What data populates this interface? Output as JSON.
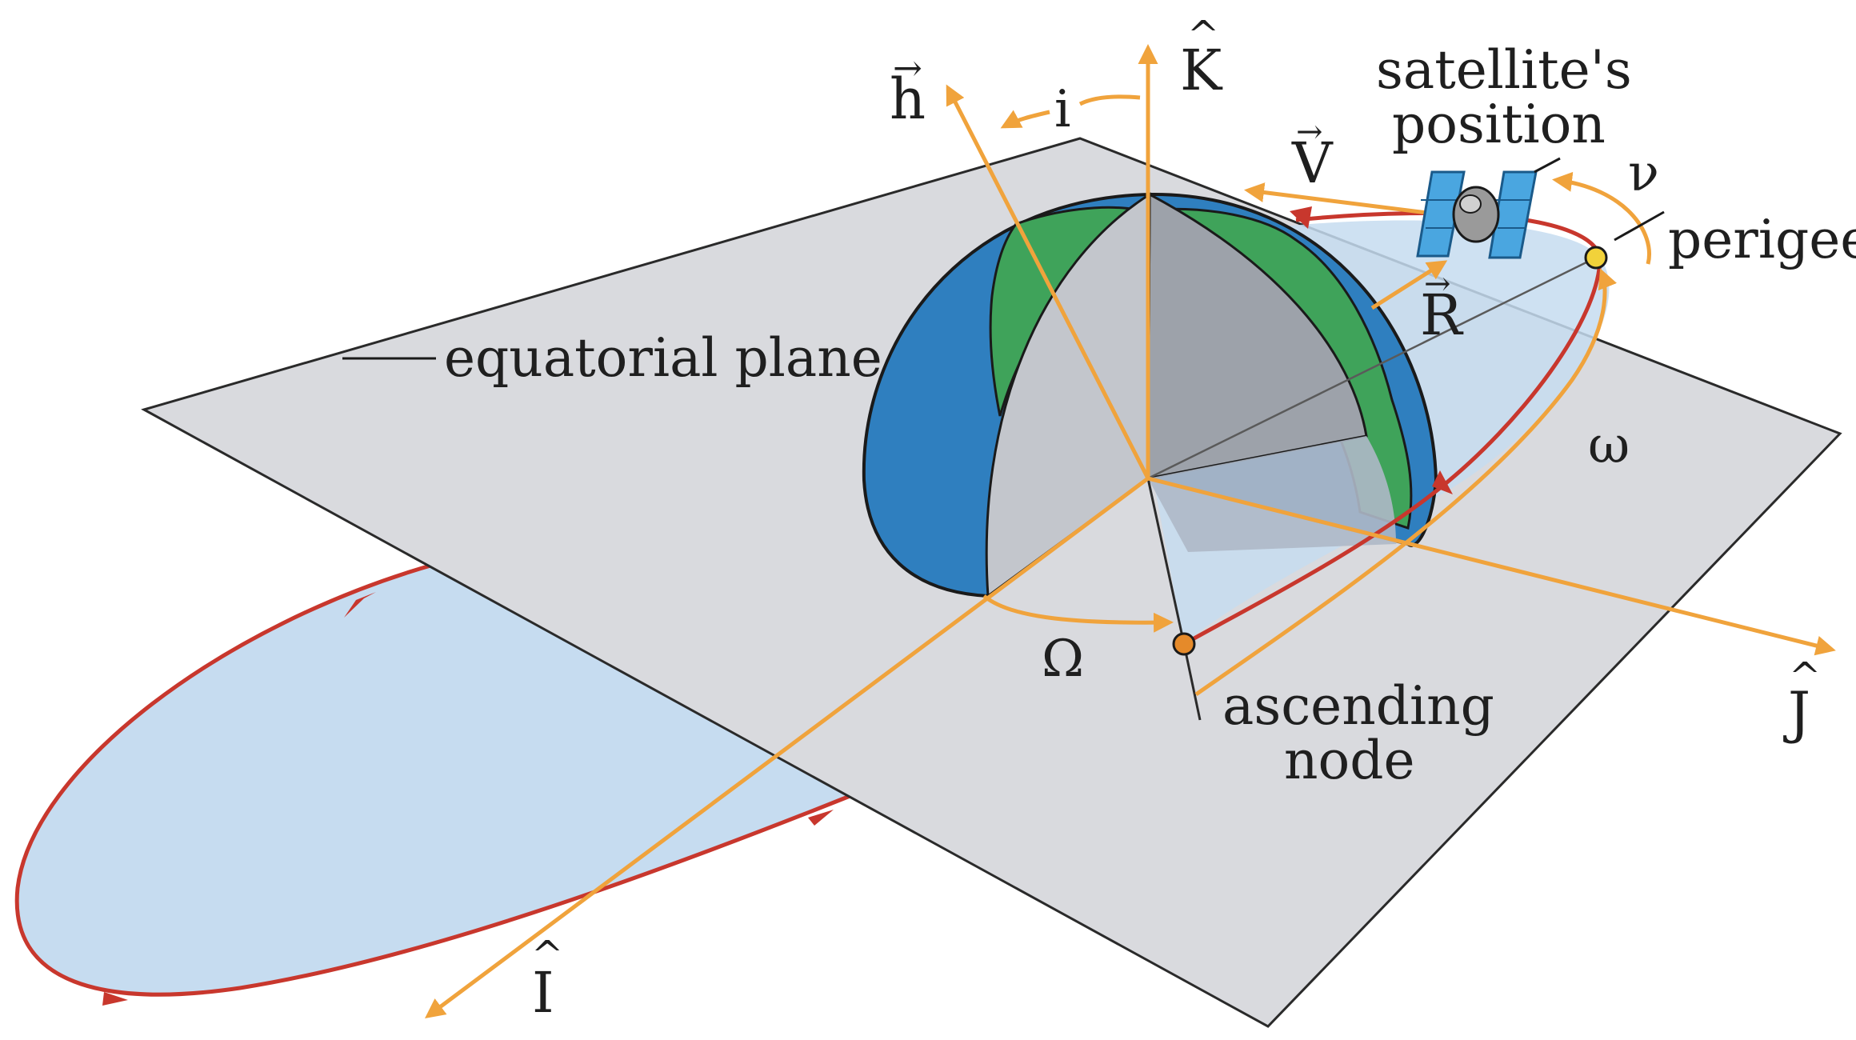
{
  "labels": {
    "satellite_line1": "satellite's",
    "satellite_line2": "position",
    "perigee": "perigee",
    "equatorial_plane": "equatorial plane",
    "ascending_line1": "ascending",
    "ascending_line2": "node",
    "axis_h": "h",
    "axis_K": "K",
    "axis_I": "I",
    "axis_J": "J",
    "vector_V": "V",
    "vector_R": "R",
    "angle_i": "i",
    "angle_nu": "ν",
    "angle_omega": "ω",
    "angle_Omega": "Ω"
  },
  "colors": {
    "plane": "#d9dade",
    "plane_edge": "#2a2a2a",
    "orbit_fill": "#c6dcf0",
    "orbit_line": "#c8372d",
    "vector": "#f0a33c",
    "ocean": "#2f7fbf",
    "land": "#3fa35a",
    "cutaway": "#b9bcc2",
    "node_marker": "#e58a2a",
    "perigee_marker": "#f2d23a",
    "solar_panel": "#4aa6e0"
  }
}
